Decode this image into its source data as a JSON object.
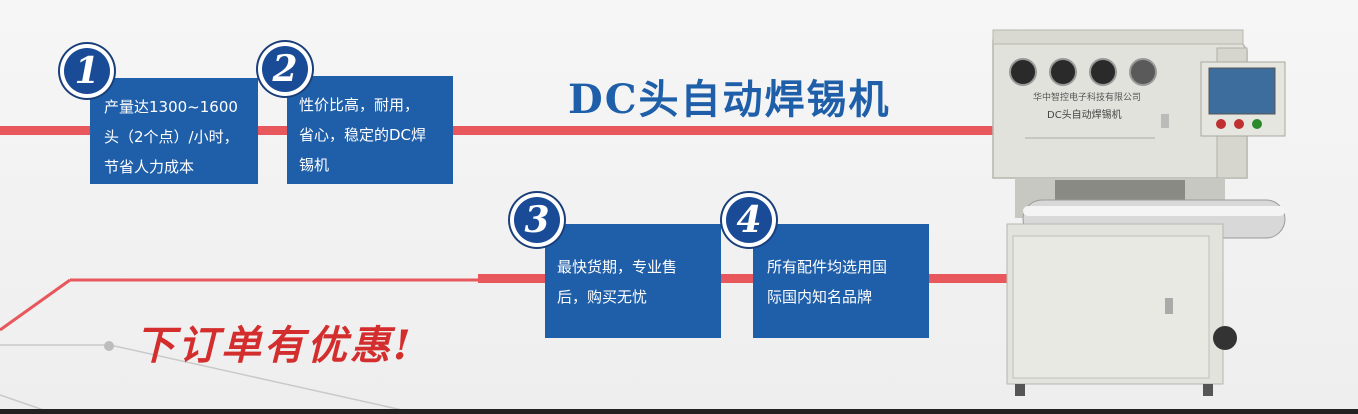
{
  "headline": "DC头自动焊锡机",
  "features": [
    {
      "number": "1",
      "lines": [
        "产量达1300~1600",
        "头（2个点）/小时，",
        "节省人力成本"
      ]
    },
    {
      "number": "2",
      "lines": [
        "性价比高，耐用，",
        "省心，稳定的DC焊",
        "锡机"
      ]
    },
    {
      "number": "3",
      "lines": [
        "最快货期，专业售",
        "后，购买无忧"
      ]
    },
    {
      "number": "4",
      "lines": [
        "所有配件均选用国",
        "际国内知名品牌"
      ]
    }
  ],
  "slogan": "下订单有优惠!",
  "machine": {
    "company": "华中智控电子科技有限公司",
    "model": "DC头自动焊锡机"
  },
  "colors": {
    "accent_red": "#e8575b",
    "card_blue": "#1f5fa9",
    "slogan_red": "#d42d2d"
  }
}
